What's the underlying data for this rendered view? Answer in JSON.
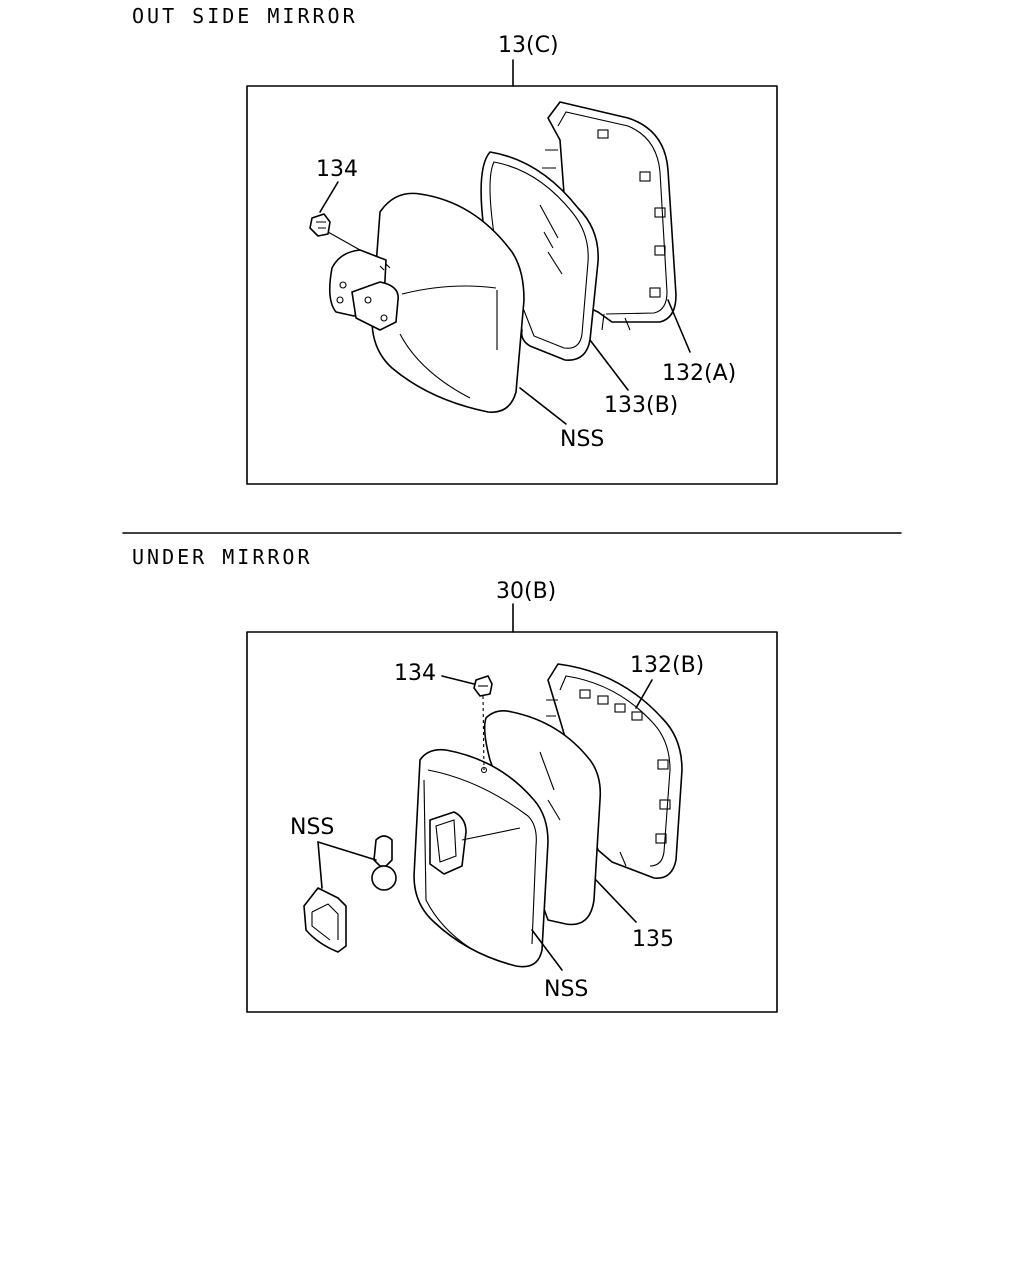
{
  "sections": [
    {
      "heading": "OUT SIDE MIRROR",
      "assembly_label": "13(C)",
      "callouts": {
        "bolt": "134",
        "cover": "132(A)",
        "glass": "133(B)",
        "housing": "NSS"
      }
    },
    {
      "heading": "UNDER MIRROR",
      "assembly_label": "30(B)",
      "callouts": {
        "screw": "134",
        "cover": "132(B)",
        "glass": "135",
        "housing": "NSS",
        "bracket": "NSS"
      }
    }
  ]
}
